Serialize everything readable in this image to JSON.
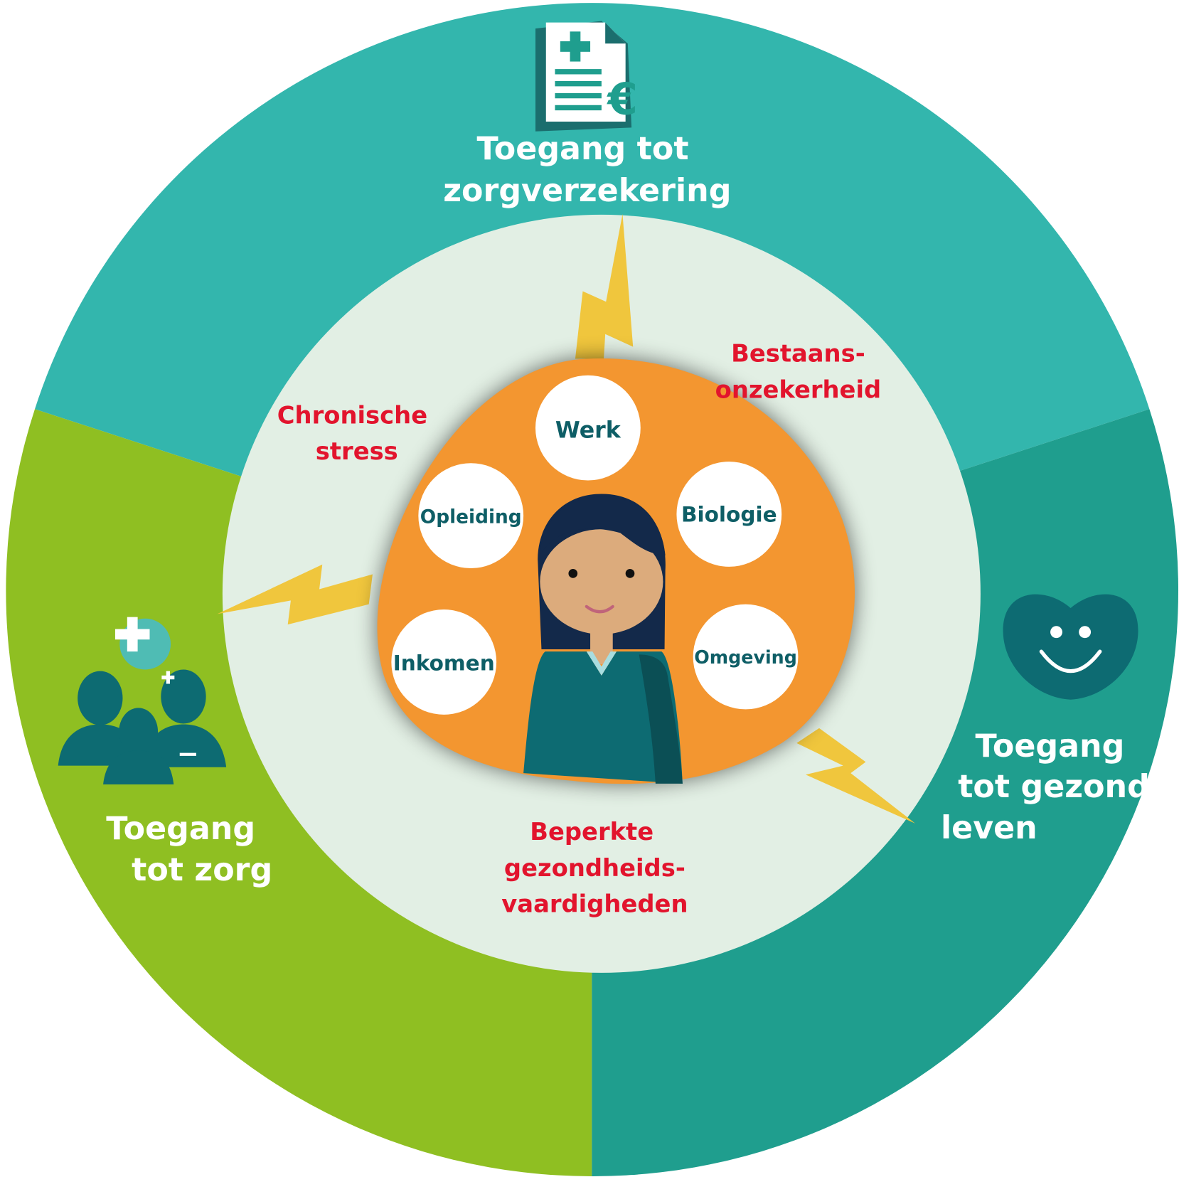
{
  "colors": {
    "top_segment": "#33b6ad",
    "right_segment": "#1f9e8e",
    "left_segment": "#8fbf22",
    "inner_circle": "#e2efe4",
    "center_blob": "#f39630",
    "stressor_text": "#e2142d",
    "factor_text": "#0e5e66",
    "lightning": "#f0c63d"
  },
  "segments": {
    "insurance": {
      "line1": "Toegang tot",
      "line2": "zorgverzekering",
      "icon": "insurance-document-euro-icon"
    },
    "care": {
      "line1": "Toegang",
      "line2": "tot zorg",
      "icon": "medical-team-icon"
    },
    "healthy_life": {
      "line1": "Toegang",
      "line2": "tot gezond",
      "line3": "leven",
      "icon": "smiling-heart-icon"
    }
  },
  "stressors": {
    "chronic_stress": {
      "line1": "Chronische",
      "line2": "stress"
    },
    "insecurity": {
      "line1": "Bestaans-",
      "line2": "onzekerheid"
    },
    "health_skills": {
      "line1": "Beperkte",
      "line2": "gezondheids-",
      "line3": "vaardigheden"
    }
  },
  "factors": [
    "Werk",
    "Opleiding",
    "Biologie",
    "Inkomen",
    "Omgeving"
  ]
}
